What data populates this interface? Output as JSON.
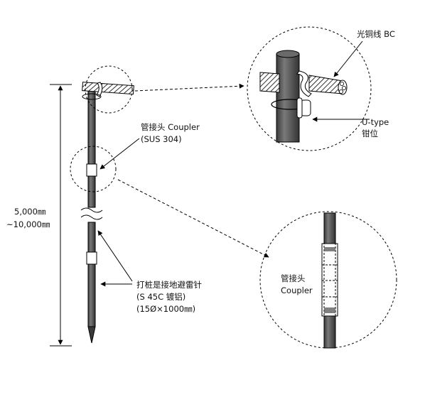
{
  "dimension": {
    "line1": "5,000㎜",
    "line2": "~10,000㎜"
  },
  "coupler_label": {
    "line1": "管接头 Coupler",
    "line2": "(SUS 304)"
  },
  "rod_label": {
    "line1": "打桩是接地避雷针",
    "line2": "(S 45C 镀铝)",
    "line3": "(15Ø×1000㎜)"
  },
  "wire_label": "光铜线 BC",
  "clamp_label": {
    "line1": "U-type",
    "line2": "钳位"
  },
  "coupler_detail_label": {
    "line1": "管接头",
    "line2": "Coupler"
  },
  "colors": {
    "rod": "#4a4a4a",
    "rod_highlight": "#7a7a7a",
    "line": "#000000"
  }
}
